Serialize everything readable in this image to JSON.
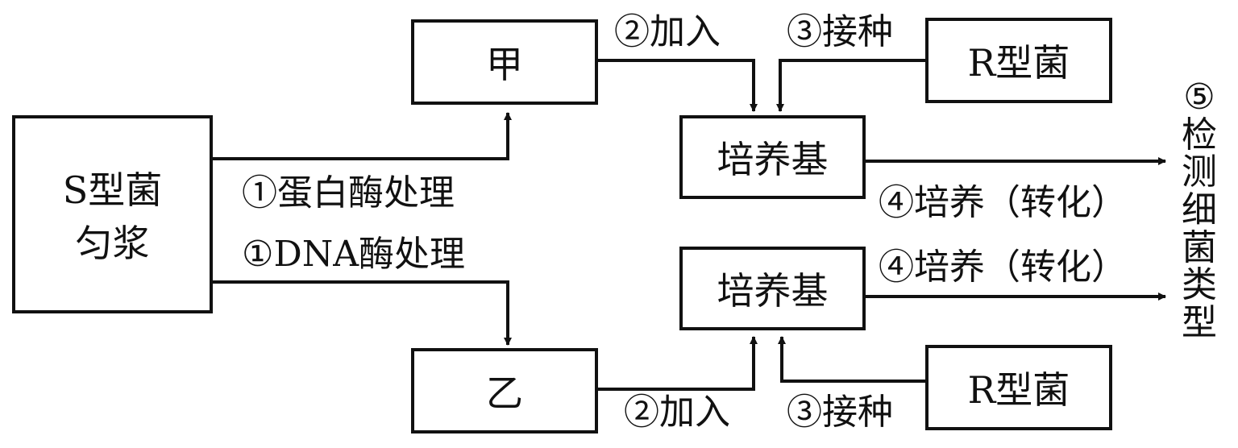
{
  "boxes": {
    "s_strain": [
      "S型菌",
      "匀浆"
    ],
    "jia": "甲",
    "yi": "乙",
    "medium_top": "培养基",
    "medium_bottom": "培养基",
    "r_strain_top": "R型菌",
    "r_strain_bottom": "R型菌"
  },
  "labels": {
    "protease": "①蛋白酶处理",
    "dnase": "①DNA酶处理",
    "add_top": "②加入",
    "add_bottom": "②加入",
    "inoculate_top": "③接种",
    "inoculate_bottom": "③接种",
    "culture_top": "④培养（转化）",
    "culture_bottom": "④培养（转化）"
  },
  "detect": [
    "⑤",
    "检",
    "测",
    "细",
    "菌",
    "类",
    "型"
  ]
}
